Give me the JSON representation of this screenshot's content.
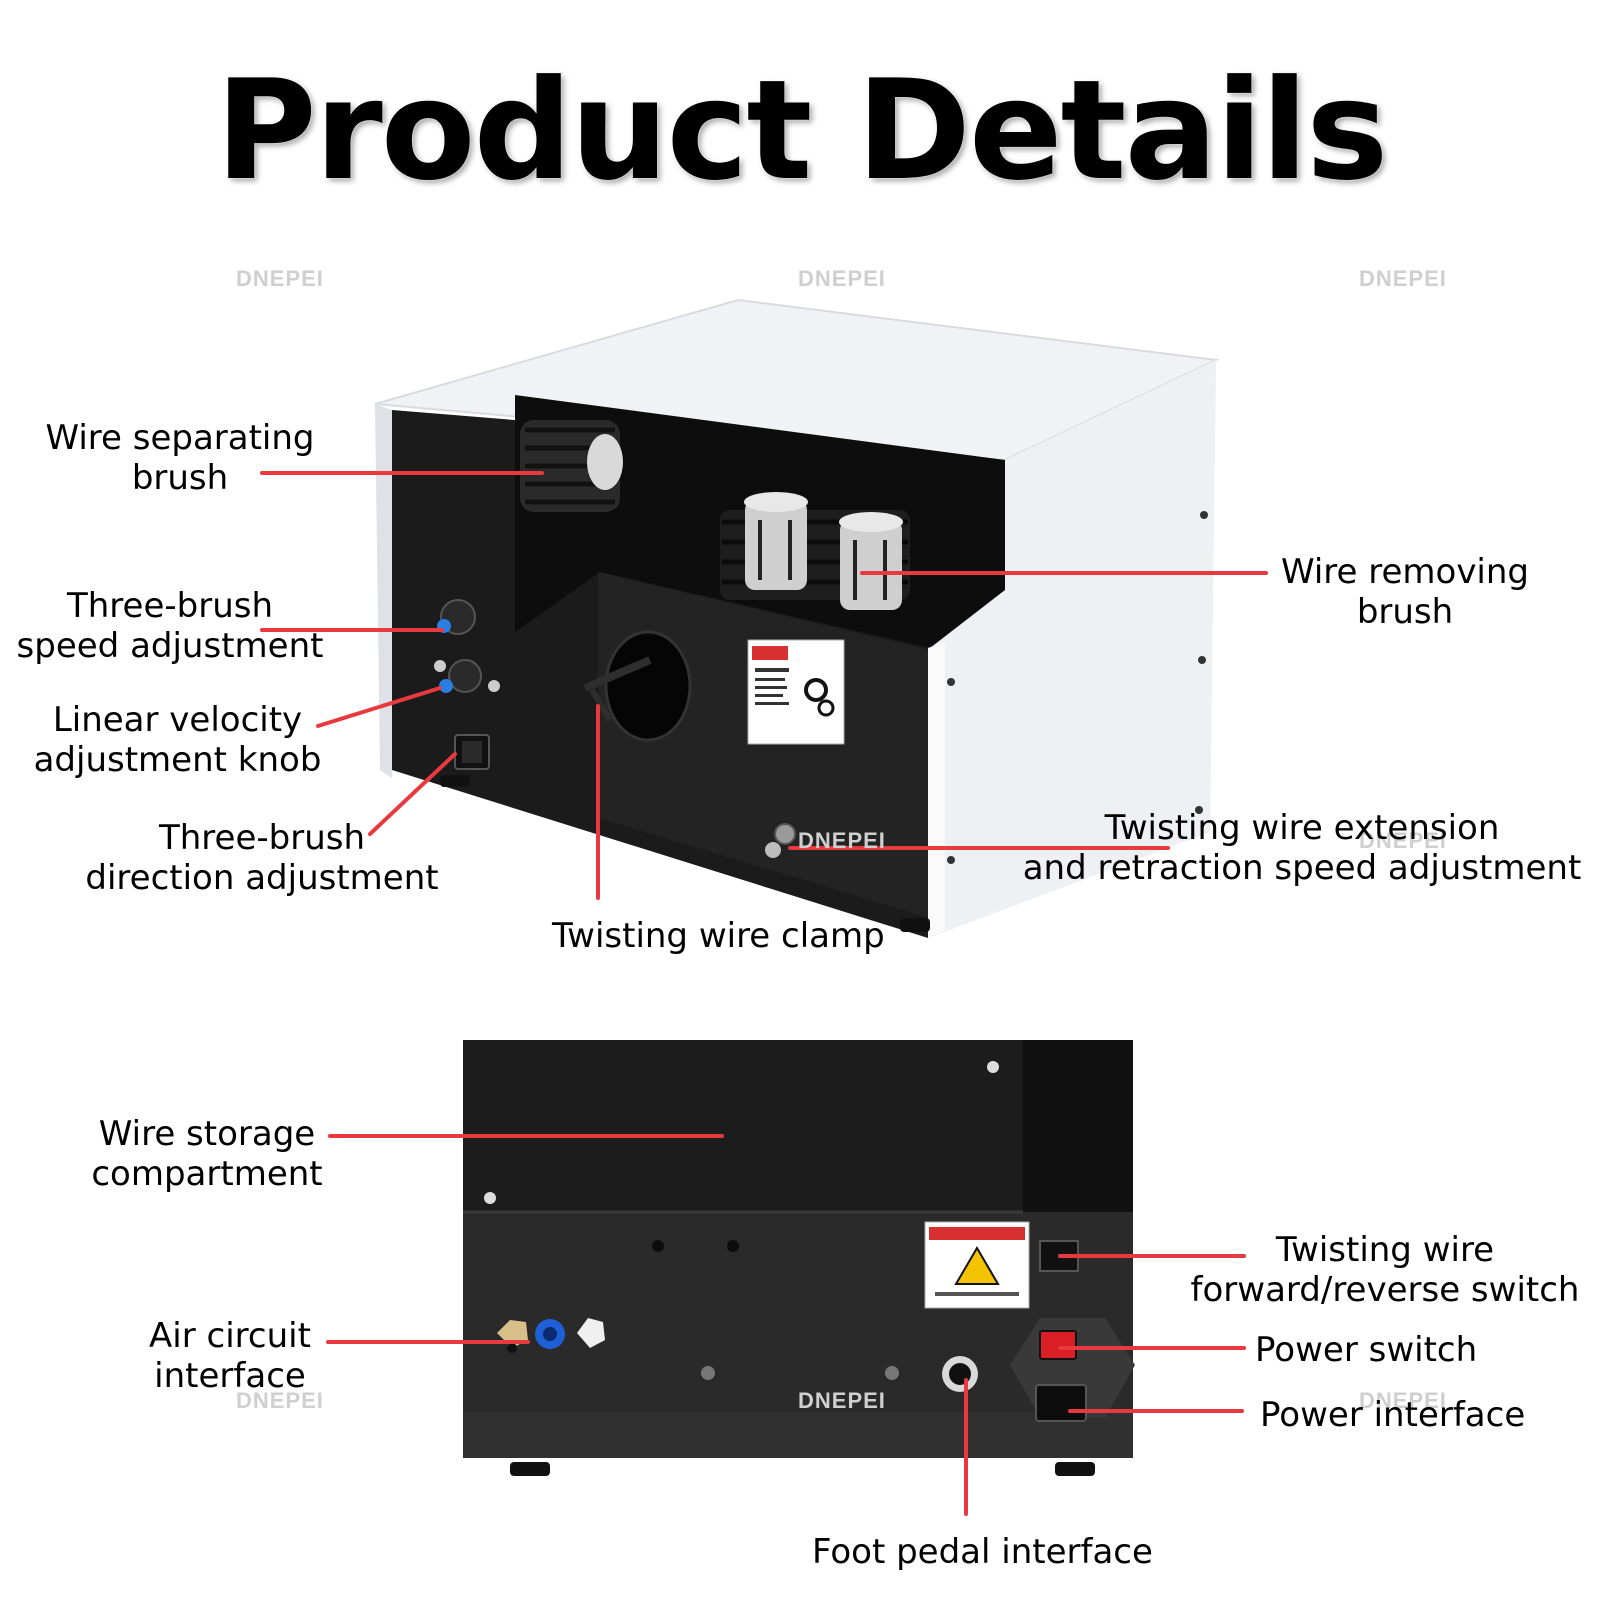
{
  "title": "Product Details",
  "watermark": "DNEPEI",
  "accent_color": "#e8393f",
  "labels": {
    "wire_separating_brush": "Wire separating\nbrush",
    "three_brush_speed": "Three-brush\nspeed adjustment",
    "linear_velocity_knob": "Linear velocity\nadjustment knob",
    "three_brush_direction": "Three-brush\ndirection adjustment",
    "twisting_wire_clamp": "Twisting wire clamp",
    "wire_removing_brush": "Wire removing\nbrush",
    "twisting_extension_speed": "Twisting wire extension\nand retraction speed adjustment",
    "wire_storage": "Wire storage\ncompartment",
    "air_circuit": "Air circuit\ninterface",
    "forward_reverse_switch": "Twisting wire\nforward/reverse switch",
    "power_switch": "Power switch",
    "power_interface": "Power interface",
    "foot_pedal": "Foot pedal interface"
  }
}
